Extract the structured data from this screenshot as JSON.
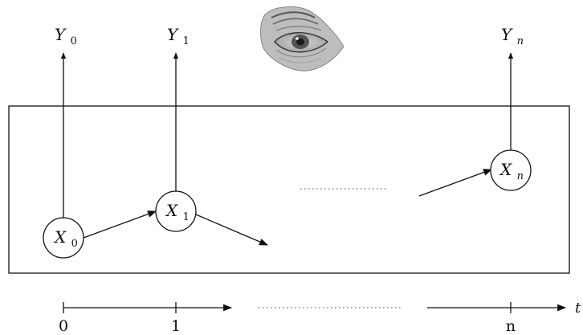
{
  "observations": [
    {
      "symbol": "Y",
      "subscript": "0"
    },
    {
      "symbol": "Y",
      "subscript": "1"
    },
    {
      "symbol": "Y",
      "subscript": "n"
    }
  ],
  "hidden_states": [
    {
      "symbol": "X",
      "subscript": "0"
    },
    {
      "symbol": "X",
      "subscript": "1"
    },
    {
      "symbol": "X",
      "subscript": "n"
    }
  ],
  "time_axis": {
    "label": "t",
    "ticks": [
      "0",
      "1",
      "n"
    ]
  },
  "icons": {
    "observer": "eye-icon"
  },
  "colors": {
    "ink": "#111111",
    "background": "#ffffff"
  }
}
